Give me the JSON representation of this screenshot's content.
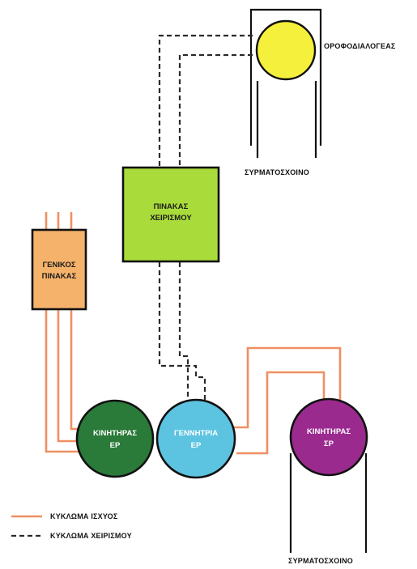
{
  "labels": {
    "ceiling_pulley": "ΟΡΟΦΟΔΙΑΛΟΓΕΑΣ",
    "wire_rope_top": "ΣΥΡΜΑΤΟΣΧΟΙΝΟ",
    "wire_rope_bottom": "ΣΥΡΜΑΤΟΣΧΟΙΝΟ"
  },
  "control_panel": {
    "line1": "ΠΙΝΑΚΑΣ",
    "line2": "ΧΕΙΡΙΣΜΟΥ"
  },
  "general_panel": {
    "line1": "ΓΕΝΙΚΟΣ",
    "line2": "ΠΙΝΑΚΑΣ"
  },
  "motor_dc": {
    "line1": "ΚΙΝΗΤΗΡΑΣ",
    "line2": "ΕΡ"
  },
  "generator_dc": {
    "line1": "ΓΕΝΝΗΤΡΙΑ",
    "line2": "ΕΡ"
  },
  "motor_hoist": {
    "line1": "ΚΙΝΗΤΗΡΑΣ",
    "line2": "ΣΡ"
  },
  "legend": {
    "power_circuit": "ΚΥΚΛΩΜΑ ΙΣΧΥΟΣ",
    "control_circuit": "ΚΥΚΛΩΜΑ ΧΕΙΡΙΣΜΟΥ"
  },
  "colors": {
    "power_line": "#ef8f62",
    "control_line": "#2a2a2a",
    "pulley": "#f5f03c",
    "control_panel": "#a9dc3a",
    "general_panel": "#f5b26b",
    "motor_dc": "#2a7a3a",
    "generator_dc": "#5cc3e0",
    "motor_hoist": "#9b2a8f"
  }
}
